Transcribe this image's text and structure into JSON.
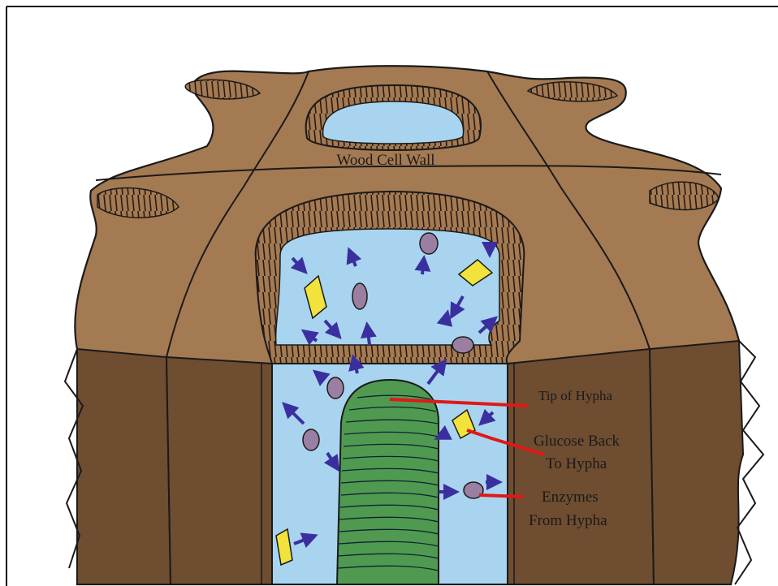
{
  "labels": {
    "wall": "Wood Cell Wall",
    "tip": "Tip of Hypha",
    "glucose_line1": "Glucose Back",
    "glucose_line2": "To Hypha",
    "enzymes_line1": "Enzymes",
    "enzymes_line2": "From Hypha"
  },
  "colors": {
    "wood": "#a47a53",
    "wood_dark": "#6f4d31",
    "cell_lumen": "#a9d4ef",
    "hypha": "#4f9a50",
    "enzyme": "#9b7fa2",
    "glucose": "#f2e23c",
    "arrow": "#3b2fa0",
    "pointer": "#e01818",
    "outline": "#1a1a1a"
  }
}
